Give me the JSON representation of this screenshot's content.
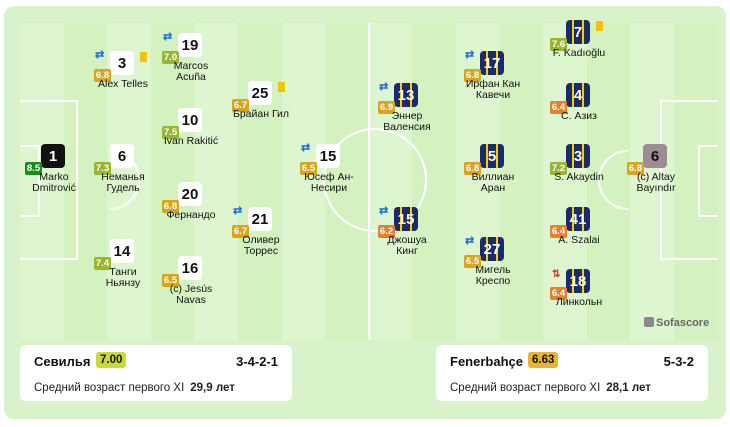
{
  "home": {
    "team": "Севилья",
    "rating": "7.00",
    "rating_color": "#c8d93a",
    "formation": "3-4-2-1",
    "age_label": "Средний возраст первого XI",
    "age_value": "29,9 лет",
    "players": [
      {
        "number": "1",
        "name": "Marko\nDmitrović",
        "rating": "8.5",
        "rc": "r-dkgreen",
        "kit": "gk-sev"
      },
      {
        "number": "6",
        "name": "Неманья\nГудель",
        "rating": "7.3",
        "rc": "r-olive",
        "kit": "sev"
      },
      {
        "number": "14",
        "name": "Танги\nНьянзу",
        "rating": "7.4",
        "rc": "r-olive",
        "kit": "sev"
      },
      {
        "number": "3",
        "name": "Alex Telles",
        "rating": "6.8",
        "rc": "r-gold",
        "kit": "sev",
        "sub": true,
        "card": true
      },
      {
        "number": "19",
        "name": "Marcos\nAcuña",
        "rating": "7.0",
        "rc": "r-olive",
        "kit": "sev",
        "sub": true
      },
      {
        "number": "10",
        "name": "Ivan Rakitić",
        "rating": "7.5",
        "rc": "r-olive",
        "kit": "sev"
      },
      {
        "number": "20",
        "name": "Фернандо",
        "rating": "6.8",
        "rc": "r-gold",
        "kit": "sev"
      },
      {
        "number": "16",
        "name": "(c) Jesús\nNavas",
        "rating": "6.5",
        "rc": "r-gold",
        "kit": "sev"
      },
      {
        "number": "25",
        "name": "Брайан Гил",
        "rating": "6.7",
        "rc": "r-gold",
        "kit": "sev",
        "card": true
      },
      {
        "number": "21",
        "name": "Оливер\nТоррес",
        "rating": "6.7",
        "rc": "r-gold",
        "kit": "sev",
        "sub": true
      },
      {
        "number": "15",
        "name": "Юсеф Ан-\nНесири",
        "rating": "6.5",
        "rc": "r-gold",
        "kit": "sev",
        "sub": true
      }
    ]
  },
  "away": {
    "team": "Fenerbahçe",
    "rating": "6.63",
    "rating_color": "#e8b52e",
    "formation": "5-3-2",
    "age_label": "Средний возраст первого XI",
    "age_value": "28,1 лет",
    "players": [
      {
        "number": "13",
        "name": "Эннер\nВаленсия",
        "rating": "6.9",
        "rc": "r-gold",
        "kit": "fen",
        "sub": true
      },
      {
        "number": "15",
        "name": "Джошуа\nКинг",
        "rating": "6.2",
        "rc": "r-orange",
        "kit": "fen",
        "sub": true
      },
      {
        "number": "17",
        "name": "Ирфан Кан\nКавечи",
        "rating": "6.8",
        "rc": "r-gold",
        "kit": "fen",
        "sub": true
      },
      {
        "number": "5",
        "name": "Виллиан\nАран",
        "rating": "6.8",
        "rc": "r-gold",
        "kit": "fen"
      },
      {
        "number": "27",
        "name": "Мигель\nКреспо",
        "rating": "6.5",
        "rc": "r-gold",
        "kit": "fen",
        "sub": true
      },
      {
        "number": "7",
        "name": "F. Kadıoğlu",
        "rating": "7.6",
        "rc": "r-olive",
        "kit": "fen",
        "card": true
      },
      {
        "number": "4",
        "name": "С. Азиз",
        "rating": "6.4",
        "rc": "r-orange",
        "kit": "fen"
      },
      {
        "number": "3",
        "name": "S. Akaydin",
        "rating": "7.2",
        "rc": "r-olive",
        "kit": "fen"
      },
      {
        "number": "41",
        "name": "A. Szalai",
        "rating": "6.4",
        "rc": "r-orange",
        "kit": "fen"
      },
      {
        "number": "18",
        "name": "Линкольн",
        "rating": "6.4",
        "rc": "r-orange",
        "kit": "fen",
        "subin": true
      },
      {
        "number": "6",
        "name": "(c) Altay\nBayındır",
        "rating": "6.8",
        "rc": "r-gold",
        "kit": "gk-fen"
      }
    ]
  },
  "watermark": "Sofascore"
}
